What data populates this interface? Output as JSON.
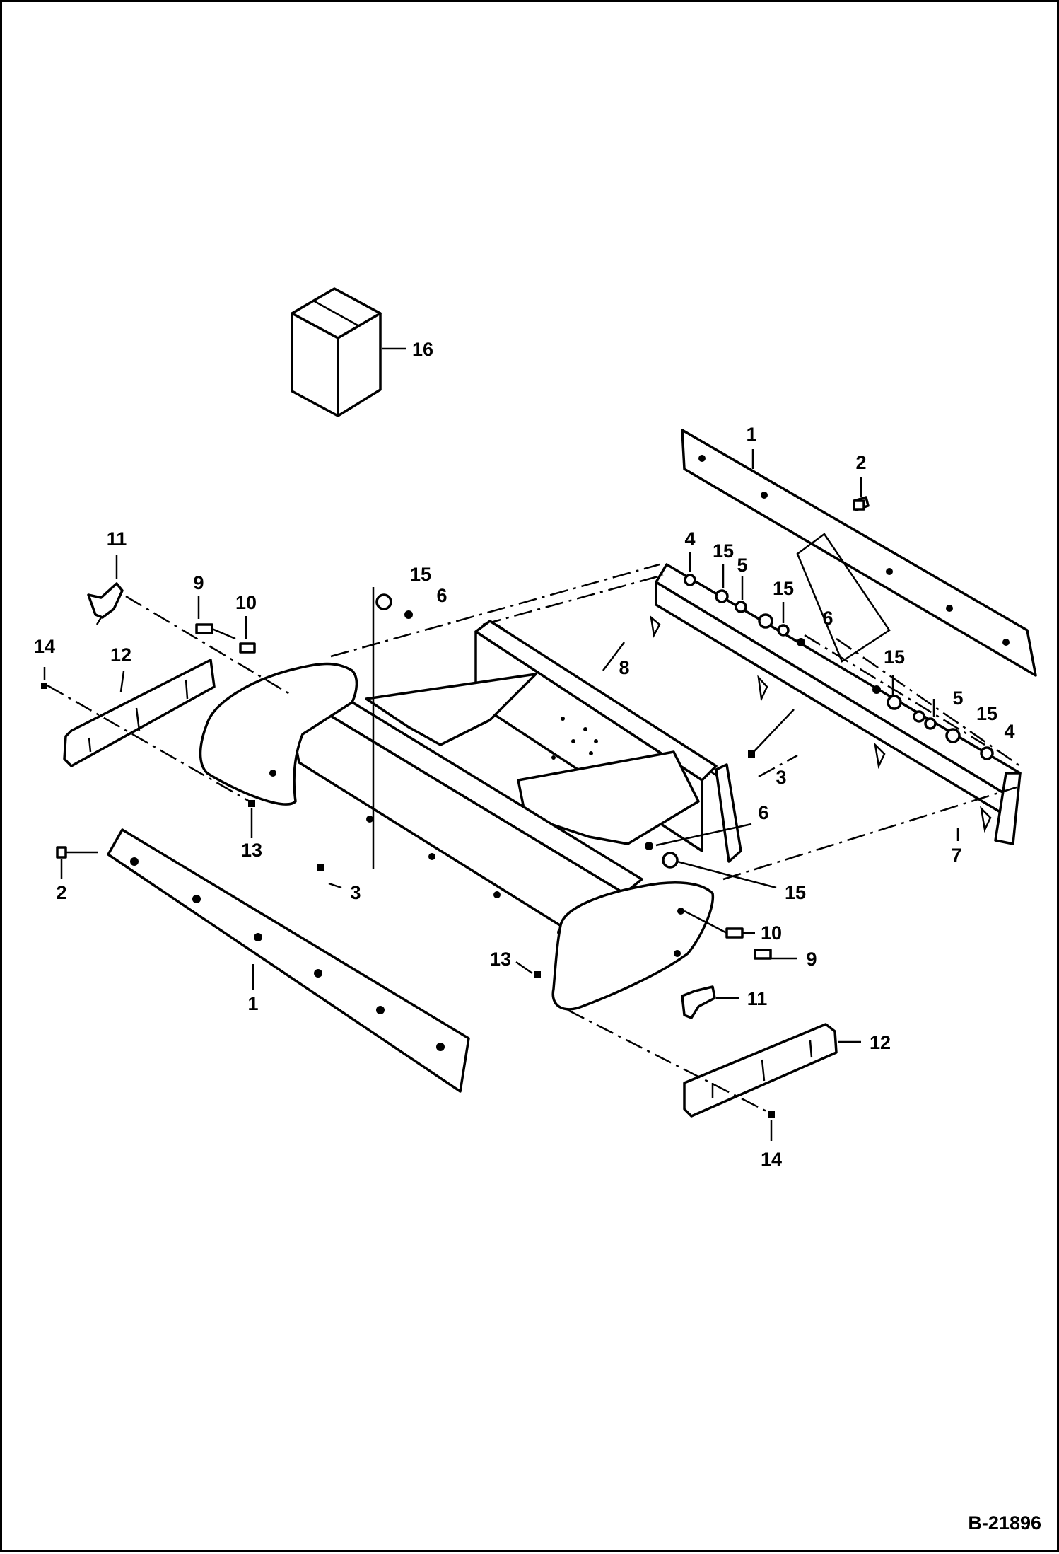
{
  "figure": {
    "id_label": "B-21896",
    "callouts": {
      "c1a": "1",
      "c1b": "1",
      "c2a": "2",
      "c2b": "2",
      "c3a": "3",
      "c3b": "3",
      "c4a": "4",
      "c4b": "4",
      "c5a": "5",
      "c5b": "5",
      "c6a": "6",
      "c6b": "6",
      "c6c": "6",
      "c7": "7",
      "c8": "8",
      "c9a": "9",
      "c9b": "9",
      "c10a": "10",
      "c10b": "10",
      "c11a": "11",
      "c11b": "11",
      "c12a": "12",
      "c12b": "12",
      "c13a": "13",
      "c13b": "13",
      "c14a": "14",
      "c14b": "14",
      "c15a": "15",
      "c15b": "15",
      "c15c": "15",
      "c15d": "15",
      "c15e": "15",
      "c15f": "15",
      "c16": "16"
    }
  }
}
